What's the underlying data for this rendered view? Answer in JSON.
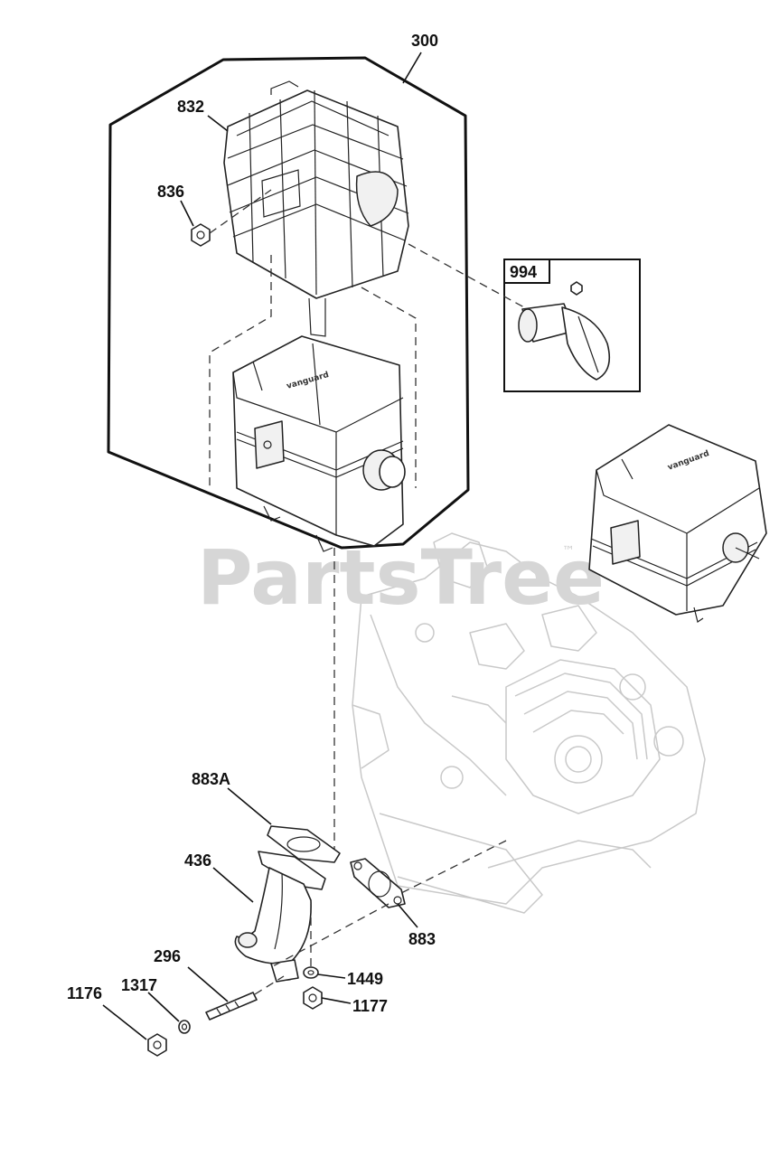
{
  "watermark": {
    "text": "PartsTree",
    "trademark": "™"
  },
  "muffler_brand": "vanguard",
  "callouts": {
    "c300": "300",
    "c832": "832",
    "c836": "836",
    "c994": "994",
    "c883A": "883A",
    "c436": "436",
    "c883": "883",
    "c296": "296",
    "c1449": "1449",
    "c1317": "1317",
    "c1176": "1176",
    "c1177": "1177"
  },
  "colors": {
    "line": "#222222",
    "ghost_engine": "#c9c9c9",
    "watermark": "#d6d6d6"
  }
}
